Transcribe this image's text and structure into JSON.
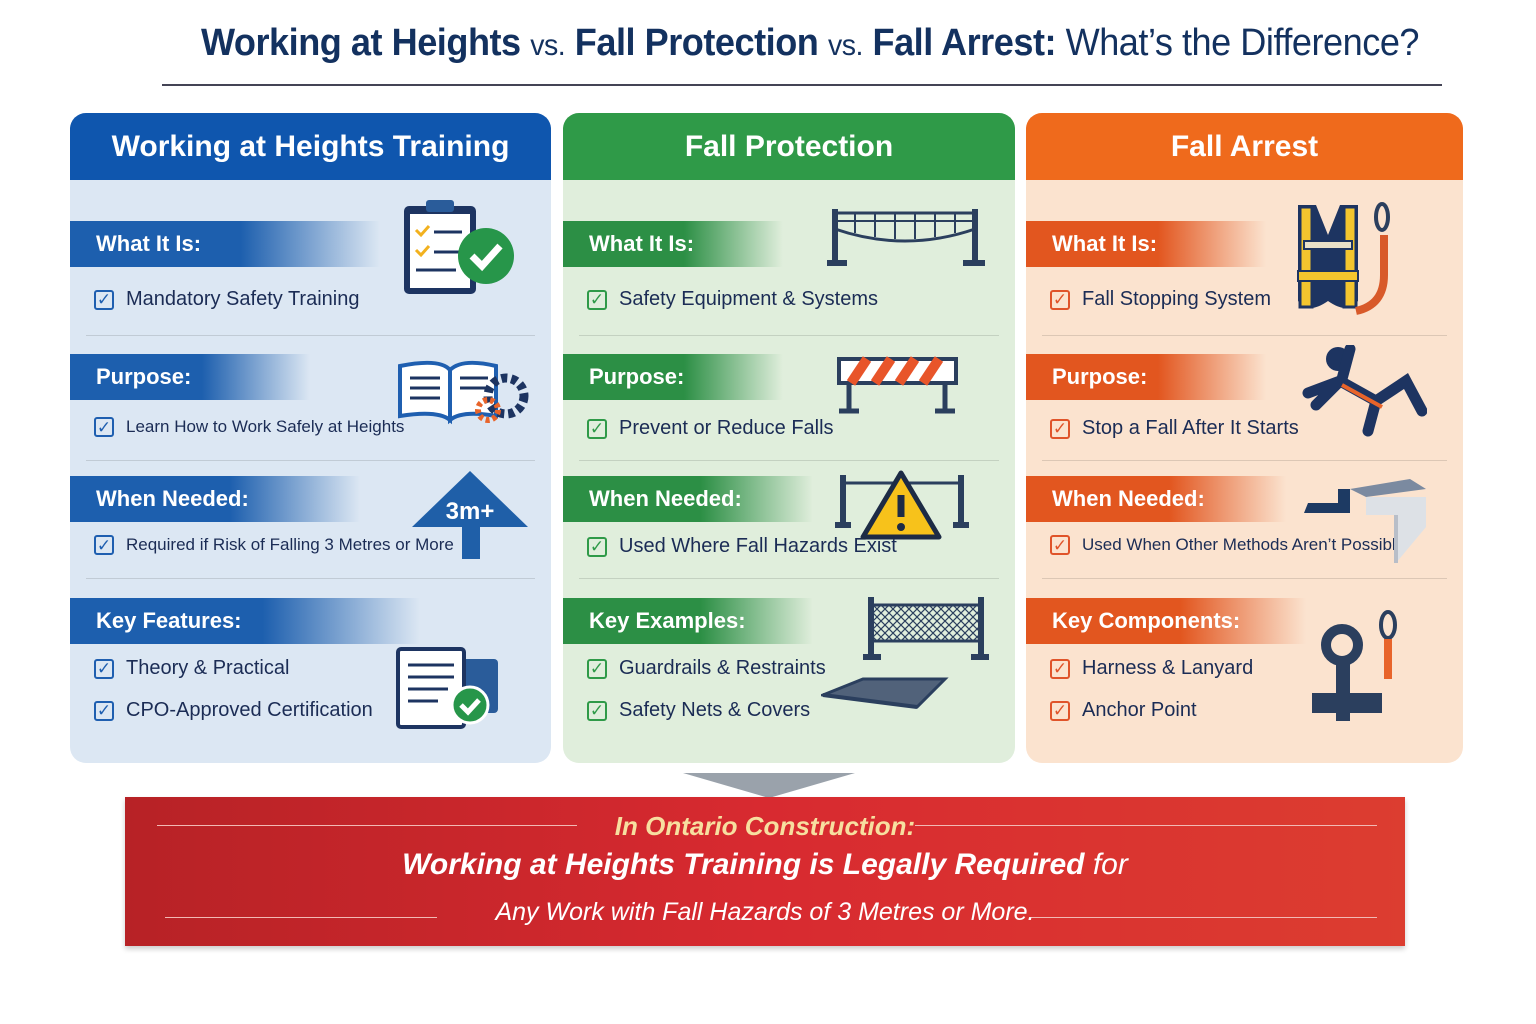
{
  "title": {
    "part1": "Working at Heights",
    "vs1": "vs.",
    "part2": "Fall Protection",
    "vs2": "vs.",
    "part3": "Fall Arrest:",
    "rest": "What’s the Difference?"
  },
  "columns": [
    {
      "key": "wah",
      "title": "Working at Heights Training",
      "accent": "#1a5fb4",
      "header_bg": "#0f56ae",
      "body_bg": "#dce7f3",
      "bar_color": "#1d5fae",
      "text_color": "#1b2c55",
      "check_color": "#1f5fb0",
      "sections": [
        {
          "label": "What It Is:",
          "items": [
            "Mandatory Safety Training"
          ],
          "icon": "clipboard-check-icon"
        },
        {
          "label": "Purpose:",
          "items": [
            "Learn How to Work Safely at Heights"
          ],
          "icon": "book-gear-icon"
        },
        {
          "label": "When Needed:",
          "items": [
            "Required if Risk of Falling 3 Metres or More"
          ],
          "icon": "height-arrow-icon",
          "icon_text": "3m+"
        },
        {
          "label": "Key Features:",
          "items": [
            "Theory & Practical",
            "CPO-Approved Certification"
          ],
          "icon": "certificate-icon"
        }
      ]
    },
    {
      "key": "fp",
      "title": "Fall Protection",
      "accent": "#2e9a46",
      "header_bg": "#2f9a48",
      "body_bg": "#e0eedc",
      "bar_color": "#2c8f45",
      "text_color": "#1b2c55",
      "check_color": "#2f9a48",
      "sections": [
        {
          "label": "What It Is:",
          "items": [
            "Safety Equipment & Systems"
          ],
          "icon": "safety-net-icon"
        },
        {
          "label": "Purpose:",
          "items": [
            "Prevent or Reduce Falls"
          ],
          "icon": "barrier-icon"
        },
        {
          "label": "When Needed:",
          "items": [
            "Used Where Fall Hazards Exist"
          ],
          "icon": "warning-icon"
        },
        {
          "label": "Key Examples:",
          "items": [
            "Guardrails & Restraints",
            "Safety Nets & Covers"
          ],
          "icon": "net-cover-icon"
        }
      ]
    },
    {
      "key": "fa",
      "title": "Fall Arrest",
      "accent": "#ef6a1c",
      "header_bg": "#ef6a1c",
      "body_bg": "#fbe3cf",
      "bar_color": "#e2561f",
      "text_color": "#1b2c55",
      "check_color": "#e0542a",
      "sections": [
        {
          "label": "What It Is:",
          "items": [
            "Fall Stopping System"
          ],
          "icon": "harness-icon"
        },
        {
          "label": "Purpose:",
          "items": [
            "Stop a Fall After It Starts"
          ],
          "icon": "falling-person-icon"
        },
        {
          "label": "When Needed:",
          "items": [
            "Used When Other Methods Aren’t Possible"
          ],
          "icon": "ledge-icon"
        },
        {
          "label": "Key Components:",
          "items": [
            "Harness & Lanyard",
            "Anchor Point"
          ],
          "icon": "anchor-icon"
        }
      ]
    }
  ],
  "banner": {
    "line1": "In Ontario Construction:",
    "line2_bold": "Working at Heights Training is Legally Required",
    "line2_rest": "for",
    "line3": "Any Work with Fall Hazards of 3 Metres or More.",
    "bg": "#d02a2e"
  }
}
